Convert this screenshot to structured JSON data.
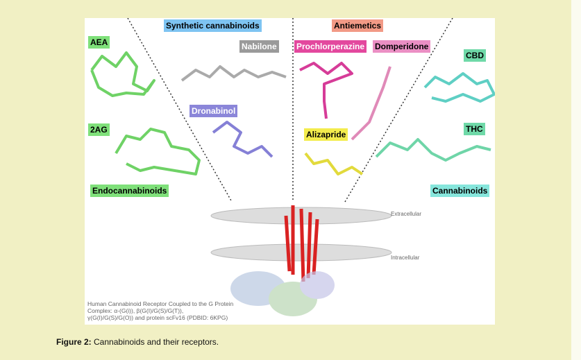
{
  "figure": {
    "labels": {
      "synthetic": "Synthetic cannabinoids",
      "antiemetics": "Antiemetics",
      "aea": "AEA",
      "nabilone": "Nabilone",
      "prochlorperazine": "Prochlorperazine",
      "domperidone": "Domperidone",
      "cbd": "CBD",
      "dronabinol": "Dronabinol",
      "twoag": "2AG",
      "alizapride": "Alizapride",
      "thc": "THC",
      "endocannabinoids": "Endocannabinoids",
      "cannabinoids": "Cannabinoids"
    },
    "membrane": {
      "extracellular": "Extracellular",
      "intracellular": "Intracellular"
    },
    "receptor_caption": [
      "Human Cannabinoid Receptor Coupled to the G Protein",
      "Complex: α-(G(i)), β(G(I)/G(S)/G(T)),",
      "γ(G(I)/G(S)/G(O)) and protein scFv16 (PDBID: 6KPG)"
    ],
    "colors": {
      "green": "#7fe07a",
      "blue": "#7ec4f2",
      "salmon": "#f29a86",
      "gray": "#9a9a9a",
      "pink": "#e3489e",
      "lightpink": "#eb8fc4",
      "teal": "#6fd9a8",
      "purple": "#8b86d9",
      "yellow": "#f3ec4d",
      "cyan": "#86e6dc"
    }
  },
  "caption": {
    "label": "Figure 2:",
    "text": " Cannabinoids and their receptors."
  }
}
